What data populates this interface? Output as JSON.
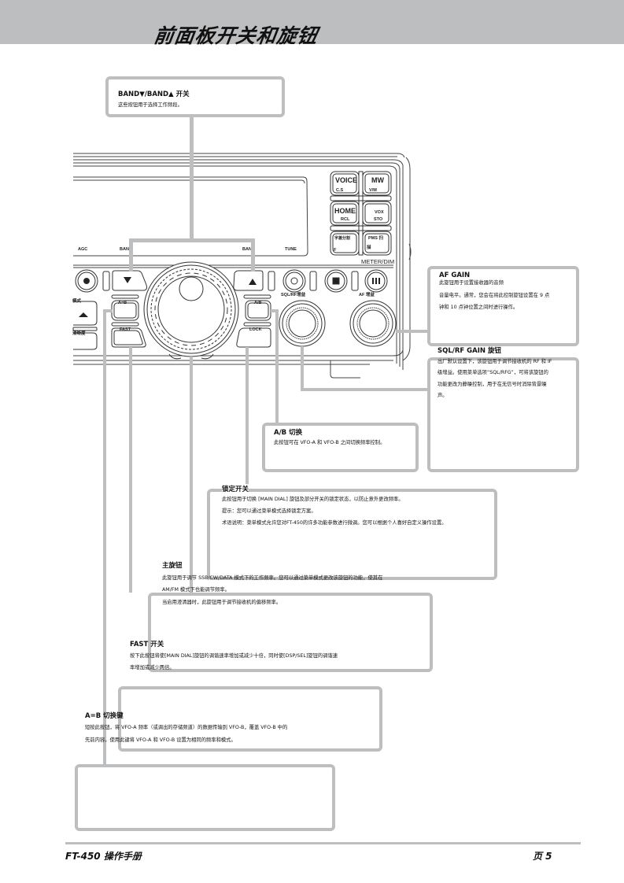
{
  "header": {
    "title": "前面板开关和旋钮"
  },
  "radio_labels": {
    "agc": "AGC",
    "band_left": "BAND",
    "band_right": "BAND",
    "tune": "TUNE",
    "voice": "VOICE",
    "cs": "C.S",
    "mw": "MW",
    "vm": "V/M",
    "home": "HOME",
    "rcl": "RCL",
    "vox": "VOX",
    "sto": "STO",
    "split": "字差分割",
    "f": "F",
    "pms": "PMS 扫",
    "scan": "描",
    "meter_dim": "METER/DIM",
    "mode": "模式",
    "clarifier": "清晰度",
    "ab_left": "A=B",
    "fast": "FAST",
    "ab_right": "A/B",
    "lock": "LOCK",
    "sql_rf": "SQL/RF增益",
    "af_gain": "AF 增益"
  },
  "callouts": {
    "band": {
      "title": "BAND▼/BAND▲ 开关",
      "lines": [
        "这些按钮用于选择工作频段。"
      ]
    },
    "af_gain": {
      "title": "AF GAIN",
      "lines": [
        "此旋钮用于设置接收器的音频",
        "音量电平。通常，您会在将此控制旋钮设置在 9 点",
        "钟和 10 点钟位置之间时进行操作。"
      ]
    },
    "sql_rf": {
      "title": "SQL/RF GAIN 旋钮",
      "lines": [
        "出厂默认设置下，该旋钮用于调节接收机的 RF 和 IF",
        "级增益。使用菜单选项“SQL/RFG”，可将该旋钮的",
        "功能更改为静噪控制，用于在无信号时消除背景噪",
        "声。"
      ]
    },
    "ab_switch": {
      "title": "A/B 切换",
      "lines": [
        "此按钮可在 VFO-A 和 VFO-B 之间切换频率控制。"
      ]
    },
    "lock": {
      "title": "锁定开关",
      "lines": [
        "此按钮用于切换 [MAIN DIAL] 旋钮及部分开关的锁定状态，以防止意外更改频率。",
        "提示：您可以通过菜单模式选择锁定方案。",
        "术语说明：菜单模式允许您对FT-450的许多功能参数进行微调。您可以根据个人喜好自定义操作设置。"
      ]
    },
    "main_dial": {
      "title": "主旋钮",
      "lines": [
        "此旋钮用于调节 SSB/CW/DATA 模式下的工作频率。您可以通过菜单模式更改该旋钮的功能，使其在",
        "AM/FM 模式下也能调节频率。",
        "当启用澄清器时，此旋钮用于调节接收机的偏移频率。"
      ]
    },
    "fast": {
      "title": "FAST 开关",
      "lines": [
        "按下此按钮将使[MAIN DIAL]旋钮的调谐速率增加或减少十倍，同时使[DSP/SEL]旋钮的调谐速",
        "率增加或减少两倍。"
      ]
    },
    "a_eq_b": {
      "title": "A=B 切换键",
      "lines": [
        "短按此按钮，将 VFO-A 频率（或调出的存储频道）的数据传输到 VFO-B，覆盖 VFO-B 中的",
        "先前内容。使用此键将 VFO-A 和 VFO-B 设置为相同的频率和模式。"
      ]
    }
  },
  "footer": {
    "manual": "FT-450 操作手册",
    "page": "页 5"
  },
  "colors": {
    "band_gray": "#bdbec0",
    "text": "#111111",
    "line": "#444444"
  }
}
